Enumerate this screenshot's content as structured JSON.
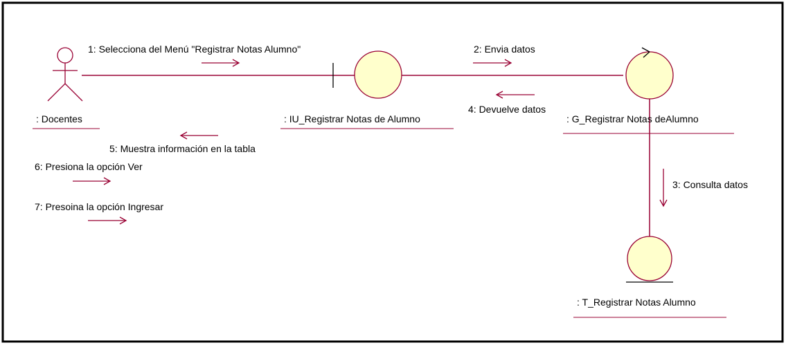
{
  "colors": {
    "frame": "#000000",
    "line": "#990033",
    "arrow": "#990033",
    "object_fill": "#ffffcc",
    "object_stroke": "#990033"
  },
  "objects": {
    "actor": ": Docentes",
    "boundary": ": IU_Registrar Notas de Alumno",
    "control": ": G_Registrar Notas deAlumno",
    "entity": ": T_Registrar Notas Alumno"
  },
  "messages": {
    "m1": "1: Selecciona del Menú \"Registrar Notas Alumno\"",
    "m2": "2: Envia datos",
    "m3": "3: Consulta datos",
    "m4": "4: Devuelve datos",
    "m5": "5: Muestra información en la tabla",
    "m6": "6: Presiona la opción Ver",
    "m7": "7: Presoina la opción Ingresar"
  }
}
